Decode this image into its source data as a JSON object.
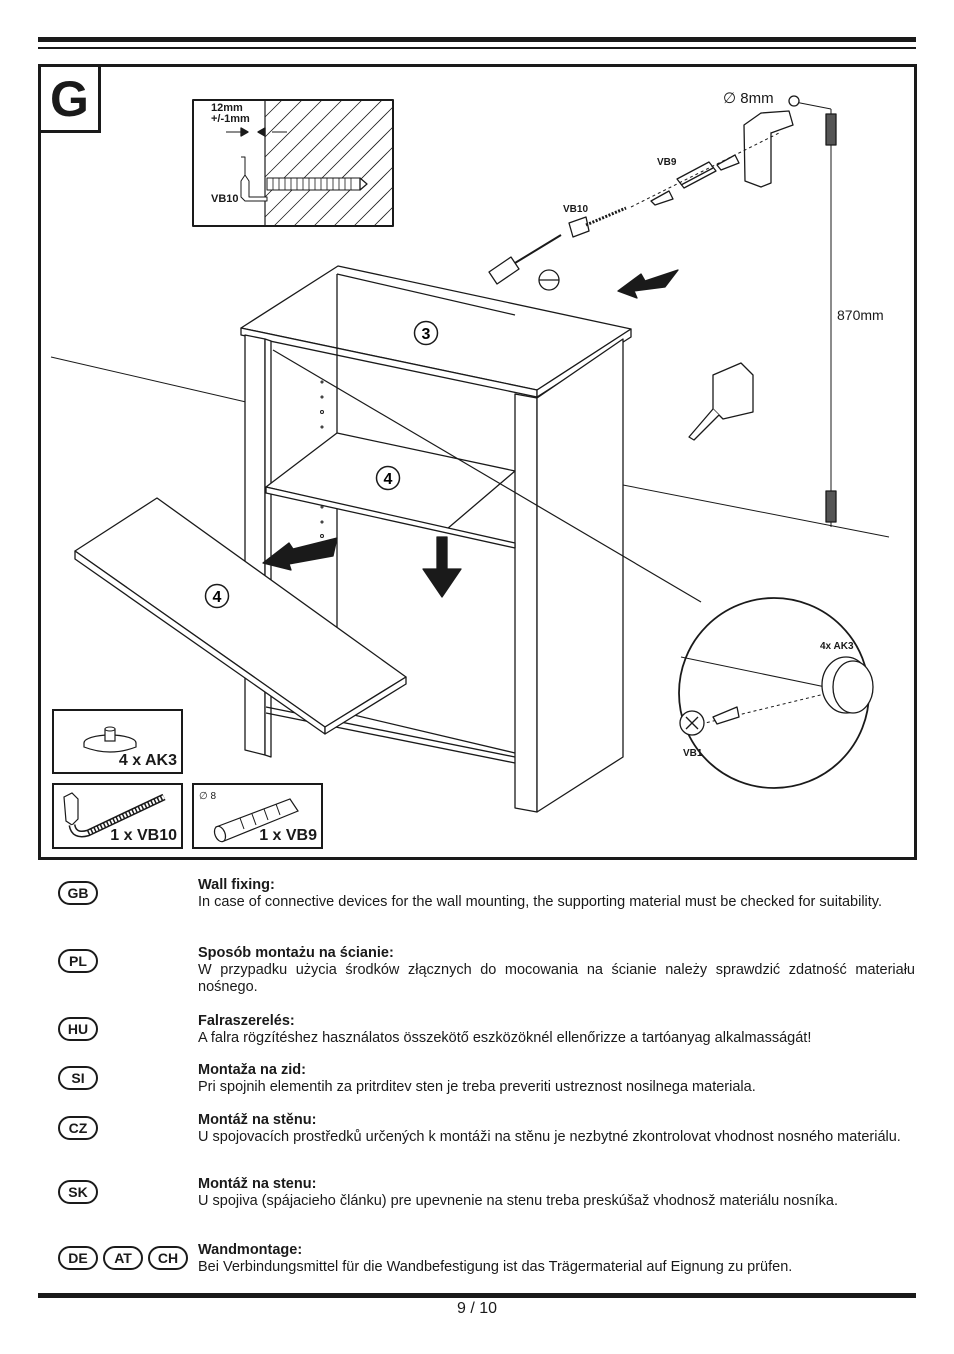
{
  "figure": {
    "step_letter": "G",
    "drill_diameter": "∅ 8mm",
    "wall_height": "870mm",
    "inset_depth": "12mm",
    "inset_tolerance": "+/-1mm",
    "inset_part": "VB10",
    "label_vb9": "VB9",
    "label_vb10": "VB10",
    "label_vb1": "VB1",
    "label_ak3_zoom": "4x AK3",
    "shelf_num_top": "3",
    "shelf_num_mid": "4",
    "shelf_num_loose": "4",
    "parts": {
      "ak3": "4 x AK3",
      "vb10": "1 x VB10",
      "vb9": "1 x VB9",
      "vb9_diameter": "∅ 8"
    }
  },
  "instructions": [
    {
      "codes": [
        "GB"
      ],
      "title": "Wall fixing:",
      "text": "In case of connective devices for the wall mounting, the supporting material must be checked for suitability."
    },
    {
      "codes": [
        "PL"
      ],
      "title": "Sposób montażu na ścianie:",
      "text": "W przypadku użycia środków złącznych do mocowania na ścianie należy sprawdzić zdatność materiału nośnego."
    },
    {
      "codes": [
        "HU"
      ],
      "title": "Falraszerelés:",
      "text": "A falra rögzítéshez használatos összekötő eszközöknél ellenőrizze a tartóanyag alkalmasságát!"
    },
    {
      "codes": [
        "SI"
      ],
      "title": "Montaža na zid:",
      "text": "Pri spojnih elementih za pritrditev sten je treba preveriti ustreznost nosilnega materiala."
    },
    {
      "codes": [
        "CZ"
      ],
      "title": "Montáž na stěnu:",
      "text": "U spojovacích prostředků určených k montáži na stěnu je nezbytné zkontrolovat vhodnost nosného materiálu."
    },
    {
      "codes": [
        "SK"
      ],
      "title": "Montáž na stenu:",
      "text": "U spojiva (spájacieho článku) pre upevnenie na stenu treba preskúšaž vhodnosž materiálu nosníka."
    },
    {
      "codes": [
        "DE",
        "AT",
        "CH"
      ],
      "title": "Wandmontage:",
      "text": "Bei Verbindungsmittel für die Wandbefestigung ist das Trägermaterial auf Eignung zu prüfen."
    }
  ],
  "page_number": "9 / 10"
}
